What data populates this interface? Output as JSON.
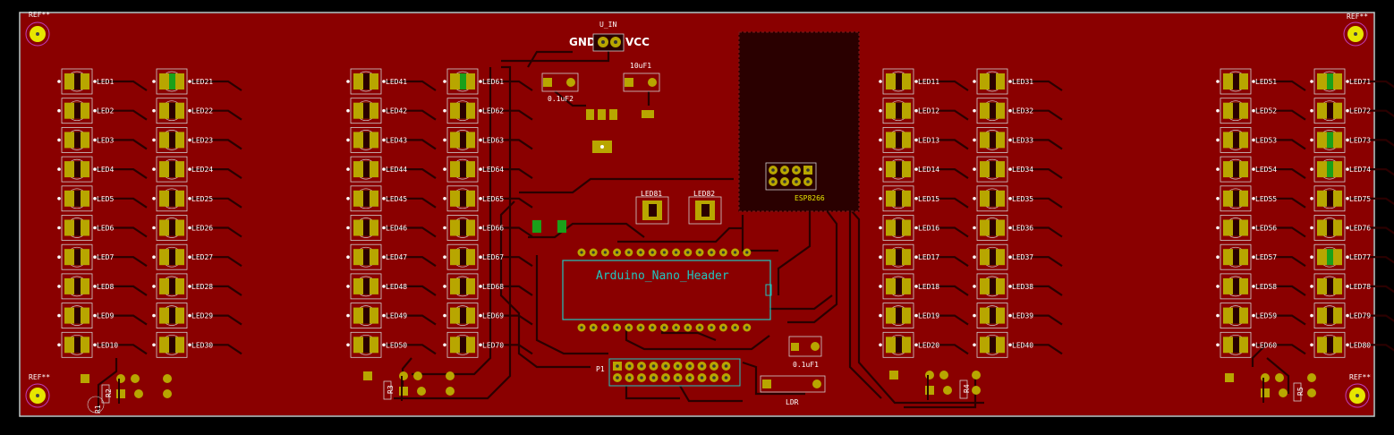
{
  "colors": {
    "board": "#8a0000",
    "board_edge": "#c8c8c8",
    "trace": "#2a0000",
    "pad": "#b8a600",
    "silk": "#ffffff",
    "silk_yellow": "#e6e600",
    "courtyard": "#cfcfcf",
    "green_pad": "#1aa01a",
    "cyan": "#21c6bf"
  },
  "power": {
    "header_ref": "U_IN",
    "gnd_label": "GND",
    "vcc_label": "VCC"
  },
  "caps": {
    "c1": "10uF1",
    "c2": "0.1uF2",
    "c3": "0.1uF1"
  },
  "modules": {
    "arduino": "Arduino_Nano_Header",
    "esp": "ESP8266",
    "ldr": "LDR",
    "header": "P1"
  },
  "mount_label": "REF**",
  "resistors": [
    "R1",
    "R2",
    "R3",
    "R4",
    "R5"
  ],
  "status_leds": [
    "LED81",
    "LED82"
  ],
  "led_columns": [
    {
      "labels": [
        "LED1",
        "LED2",
        "LED3",
        "LED4",
        "LED5",
        "LED6",
        "LED7",
        "LED8",
        "LED9",
        "LED10"
      ]
    },
    {
      "labels": [
        "LED21",
        "LED22",
        "LED23",
        "LED24",
        "LED25",
        "LED26",
        "LED27",
        "LED28",
        "LED29",
        "LED30"
      ]
    },
    {
      "labels": [
        "LED41",
        "LED42",
        "LED43",
        "LED44",
        "LED45",
        "LED46",
        "LED47",
        "LED48",
        "LED49",
        "LED50"
      ]
    },
    {
      "labels": [
        "LED61",
        "LED62",
        "LED63",
        "LED64",
        "LED65",
        "LED66",
        "LED67",
        "LED68",
        "LED69",
        "LED70"
      ]
    },
    {
      "labels": [
        "LED11",
        "LED12",
        "LED13",
        "LED14",
        "LED15",
        "LED16",
        "LED17",
        "LED18",
        "LED19",
        "LED20"
      ]
    },
    {
      "labels": [
        "LED31",
        "LED32",
        "LED33",
        "LED34",
        "LED35",
        "LED36",
        "LED37",
        "LED38",
        "LED39",
        "LED40"
      ]
    },
    {
      "labels": [
        "LED51",
        "LED52",
        "LED53",
        "LED54",
        "LED55",
        "LED56",
        "LED57",
        "LED58",
        "LED59",
        "LED60"
      ]
    },
    {
      "labels": [
        "LED71",
        "LED72",
        "LED73",
        "LED74",
        "LED75",
        "LED76",
        "LED77",
        "LED78",
        "LED79",
        "LED80"
      ]
    }
  ]
}
